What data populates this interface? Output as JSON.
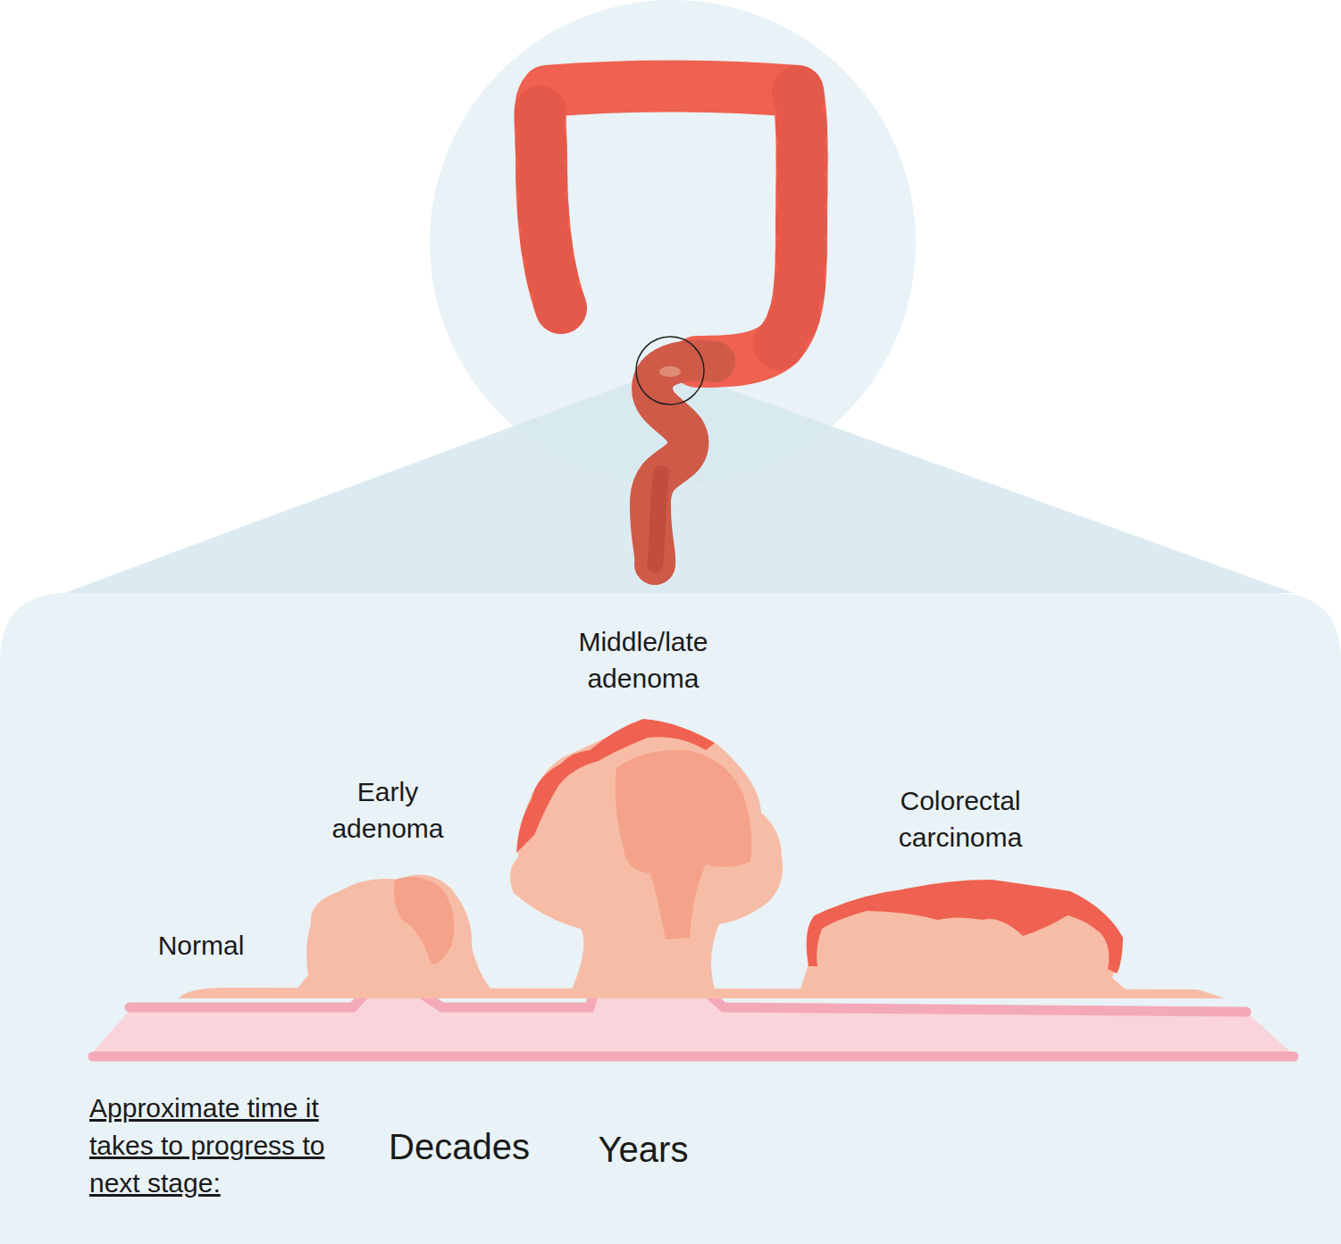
{
  "diagram": {
    "labels": [
      "Normal",
      "Early adenoma",
      "Middle/late adenoma",
      "Colorectal carcinoma",
      "Approximate time it takes to progress to next stage:",
      "Decades",
      "Years"
    ]
  }
}
